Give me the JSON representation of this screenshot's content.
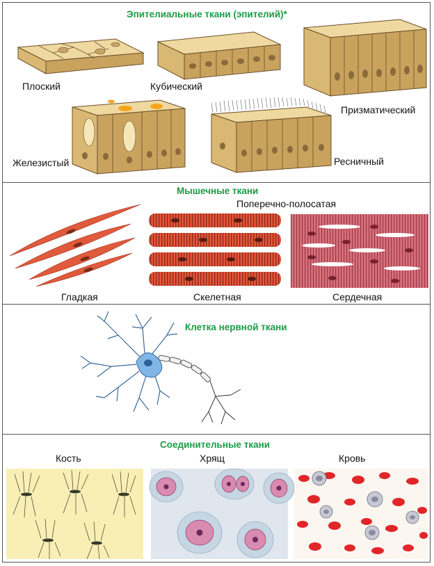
{
  "colors": {
    "heading": "#1a9c45",
    "tissue": "#e4c98a",
    "nucleus": "#8a6a3a",
    "muscle_smooth": "#e05a3c",
    "muscle_skeletal": "#e4553a",
    "muscle_cardiac": "#d8707a",
    "neuron": "#7fb6e6",
    "bone_bg": "#f9efb5",
    "cartilage_bg": "#dfe6ee",
    "blood_cell": "#e0262a"
  },
  "epithelial": {
    "title": "Эпителиальные ткани (эпителий)*",
    "labels": {
      "flat": "Плоский",
      "cubic": "Кубический",
      "prismatic": "Призматический",
      "glandular": "Железистый",
      "ciliated": "Ресничный"
    }
  },
  "muscle": {
    "title": "Мышечные ткани",
    "striated": "Поперечно-полосатая",
    "labels": {
      "smooth": "Гладкая",
      "skeletal": "Скелетная",
      "cardiac": "Сердечная"
    }
  },
  "nerve": {
    "title": "Клетка нервной ткани"
  },
  "connective": {
    "title": "Соединительные ткани",
    "labels": {
      "bone": "Кость",
      "cartilage": "Хрящ",
      "blood": "Кровь"
    }
  }
}
